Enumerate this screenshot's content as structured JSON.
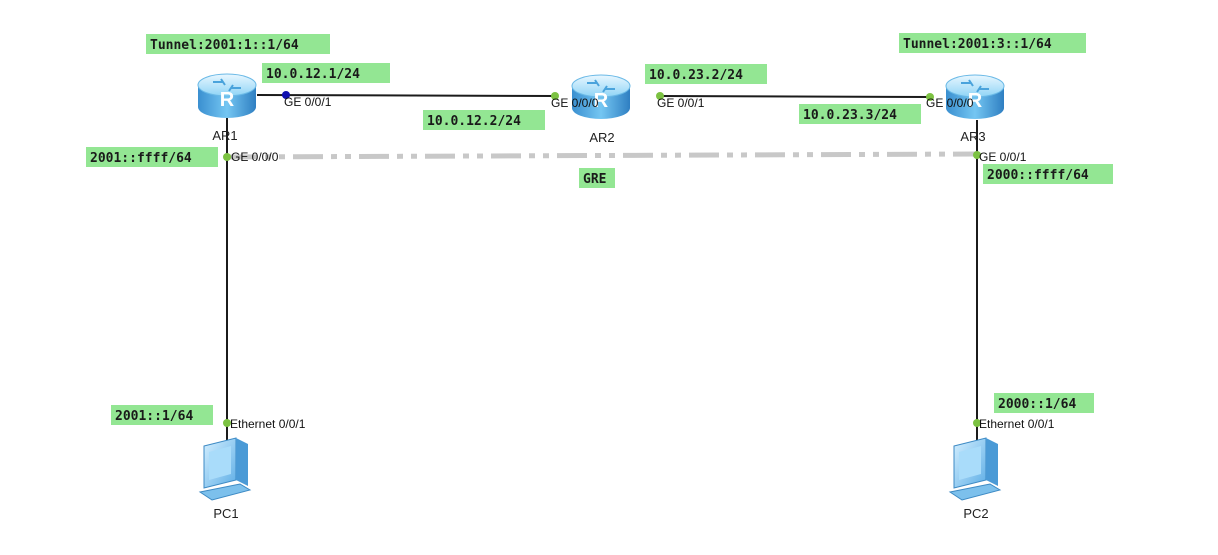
{
  "devices": {
    "ar1": {
      "name": "AR1",
      "icon": "router-icon"
    },
    "ar2": {
      "name": "AR2",
      "icon": "router-icon"
    },
    "ar3": {
      "name": "AR3",
      "icon": "router-icon"
    },
    "pc1": {
      "name": "PC1",
      "icon": "pc-icon"
    },
    "pc2": {
      "name": "PC2",
      "icon": "pc-icon"
    }
  },
  "labels": {
    "ar1_tunnel": "Tunnel:2001:1::1/64",
    "ar3_tunnel": "Tunnel:2001:3::1/64",
    "ar1_ge001_ip": "10.0.12.1/24",
    "ar2_ge000_ip": "10.0.12.2/24",
    "ar2_ge001_ip": "10.0.23.2/24",
    "ar3_ge000_ip": "10.0.23.3/24",
    "ar1_ge000_ip": "2001::ffff/64",
    "ar3_ge001_ip": "2000::ffff/64",
    "pc1_ip": "2001::1/64",
    "pc2_ip": "2000::1/64",
    "gre": "GRE"
  },
  "ports": {
    "ar1_ge001": "GE 0/0/1",
    "ar1_ge000": "GE 0/0/0",
    "ar2_ge000": "GE 0/0/0",
    "ar2_ge001": "GE 0/0/1",
    "ar3_ge000": "GE 0/0/0",
    "ar3_ge001": "GE 0/0/1",
    "pc1_eth": "Ethernet 0/0/1",
    "pc2_eth": "Ethernet 0/0/1"
  },
  "colors": {
    "label_bg": "#93e693",
    "router_body": "#5fb8ec",
    "link": "#1b1b1b",
    "gre_tunnel": "#c8c8c8",
    "port_dot": "#7cc242"
  }
}
